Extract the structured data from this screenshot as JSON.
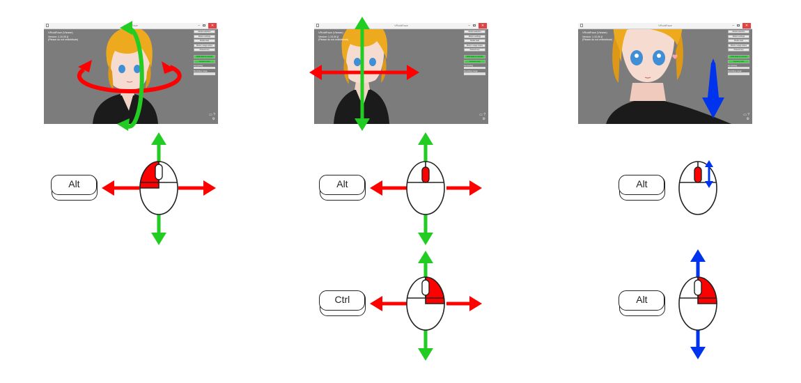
{
  "window": {
    "title": "VRoidFace",
    "app_name": "VRoidFace (Viewer)",
    "version_line": "Version: 1.10.00 β",
    "note_line": "(Please do not redistribute)"
  },
  "menu": {
    "buttons": [
      "Model selection",
      "Motion settings",
      "Model load",
      "Motion usage status",
      "Pause/Loop"
    ],
    "green_buttons": [
      "Shift back to normal",
      "Camera reset"
    ],
    "slider_labels": [
      "Lip syncing",
      "Mouth/Eye range"
    ]
  },
  "corner_ui": {
    "top": "▭ ?",
    "bottom": "⚙"
  },
  "keys": {
    "alt": "Alt",
    "ctrl": "Ctrl"
  },
  "colors": {
    "viewport_bg": "#7c7c7c",
    "rotate_red": "#ff0000",
    "rotate_green": "#22cc22",
    "zoom_blue": "#0033ee"
  },
  "icons": {
    "horizontal": "double-headed-red-arrow",
    "vertical": "double-headed-green-arrow",
    "zoom": "double-headed-blue-arrow",
    "mouse": "mouse-icon"
  }
}
